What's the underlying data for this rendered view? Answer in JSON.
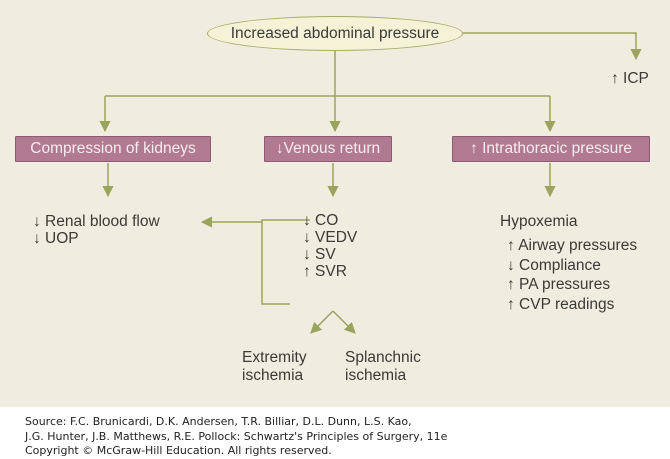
{
  "colors": {
    "background": "#f0ecdf",
    "arrow": "#9aa45c",
    "ellipse_fill": "#f5f2d7",
    "ellipse_border": "#a3ad62",
    "box_fill": "#b27a90",
    "box_border": "#8d5a73",
    "box_text": "#f5ecef",
    "text": "#3a3a36"
  },
  "root_node": {
    "label": "Increased abdominal pressure"
  },
  "icp_label": "↑ ICP",
  "branches": {
    "kidneys": {
      "box_label": "Compression of kidneys",
      "effects": [
        "↓ Renal blood flow",
        "↓ UOP"
      ]
    },
    "venous": {
      "box_label": "↓Venous return",
      "effects": [
        "↓ CO",
        "↓ VEDV",
        "↓ SV",
        "↑ SVR"
      ],
      "outcomes": [
        "Extremity\nischemia",
        "Splanchnic\nischemia"
      ]
    },
    "intrathoracic": {
      "box_label": "↑ Intrathoracic pressure",
      "heading": "Hypoxemia",
      "effects": [
        "↑ Airway pressures",
        "↓ Compliance",
        "↑ PA pressures",
        "↑ CVP readings"
      ]
    }
  },
  "footer": {
    "line1": "Source: F.C. Brunicardi, D.K. Andersen, T.R. Billiar, D.L. Dunn, L.S. Kao,",
    "line2": "J.G. Hunter, J.B. Matthews, R.E. Pollock: Schwartz's Principles of Surgery, 11e",
    "line3": "Copyright © McGraw-Hill Education. All rights reserved."
  }
}
